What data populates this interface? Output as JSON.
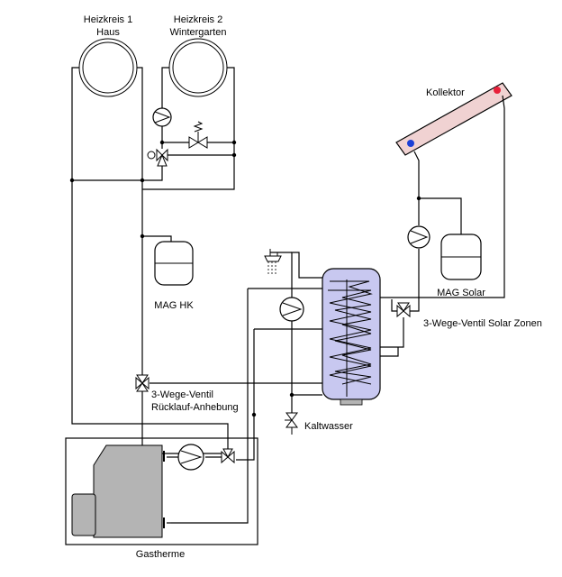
{
  "labels": {
    "heizkreis1_line1": "Heizkreis 1",
    "heizkreis1_line2": "Haus",
    "heizkreis2_line1": "Heizkreis 2",
    "heizkreis2_line2": "Wintergarten",
    "kollektor": "Kollektor",
    "mag_hk": "MAG HK",
    "mag_solar": "MAG Solar",
    "ventil_solar": "3-Wege-Ventil Solar Zonen",
    "ventil_ruecklauf_line1": "3-Wege-Ventil",
    "ventil_ruecklauf_line2": "Rücklauf-Anhebung",
    "kaltwasser": "Kaltwasser",
    "gastherme": "Gastherme"
  },
  "colors": {
    "line": "#000000",
    "storage_fill": "#c8c8f0",
    "boiler_fill": "#b4b4b4",
    "collector_fill": "#f0d2d2",
    "collector_cold_dot": "#1a3fd6",
    "collector_hot_dot": "#e8203a",
    "base_fill": "#b4b4b4"
  }
}
